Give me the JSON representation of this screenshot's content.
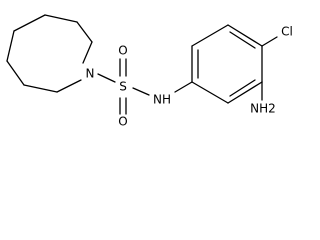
{
  "structure": {
    "atoms": {
      "ring_nitrogen": "N",
      "sulfur": "S",
      "oxygen_top": "O",
      "oxygen_bottom": "O",
      "amide_nh": "NH",
      "chlorine": "Cl",
      "amine": "NH2"
    }
  }
}
